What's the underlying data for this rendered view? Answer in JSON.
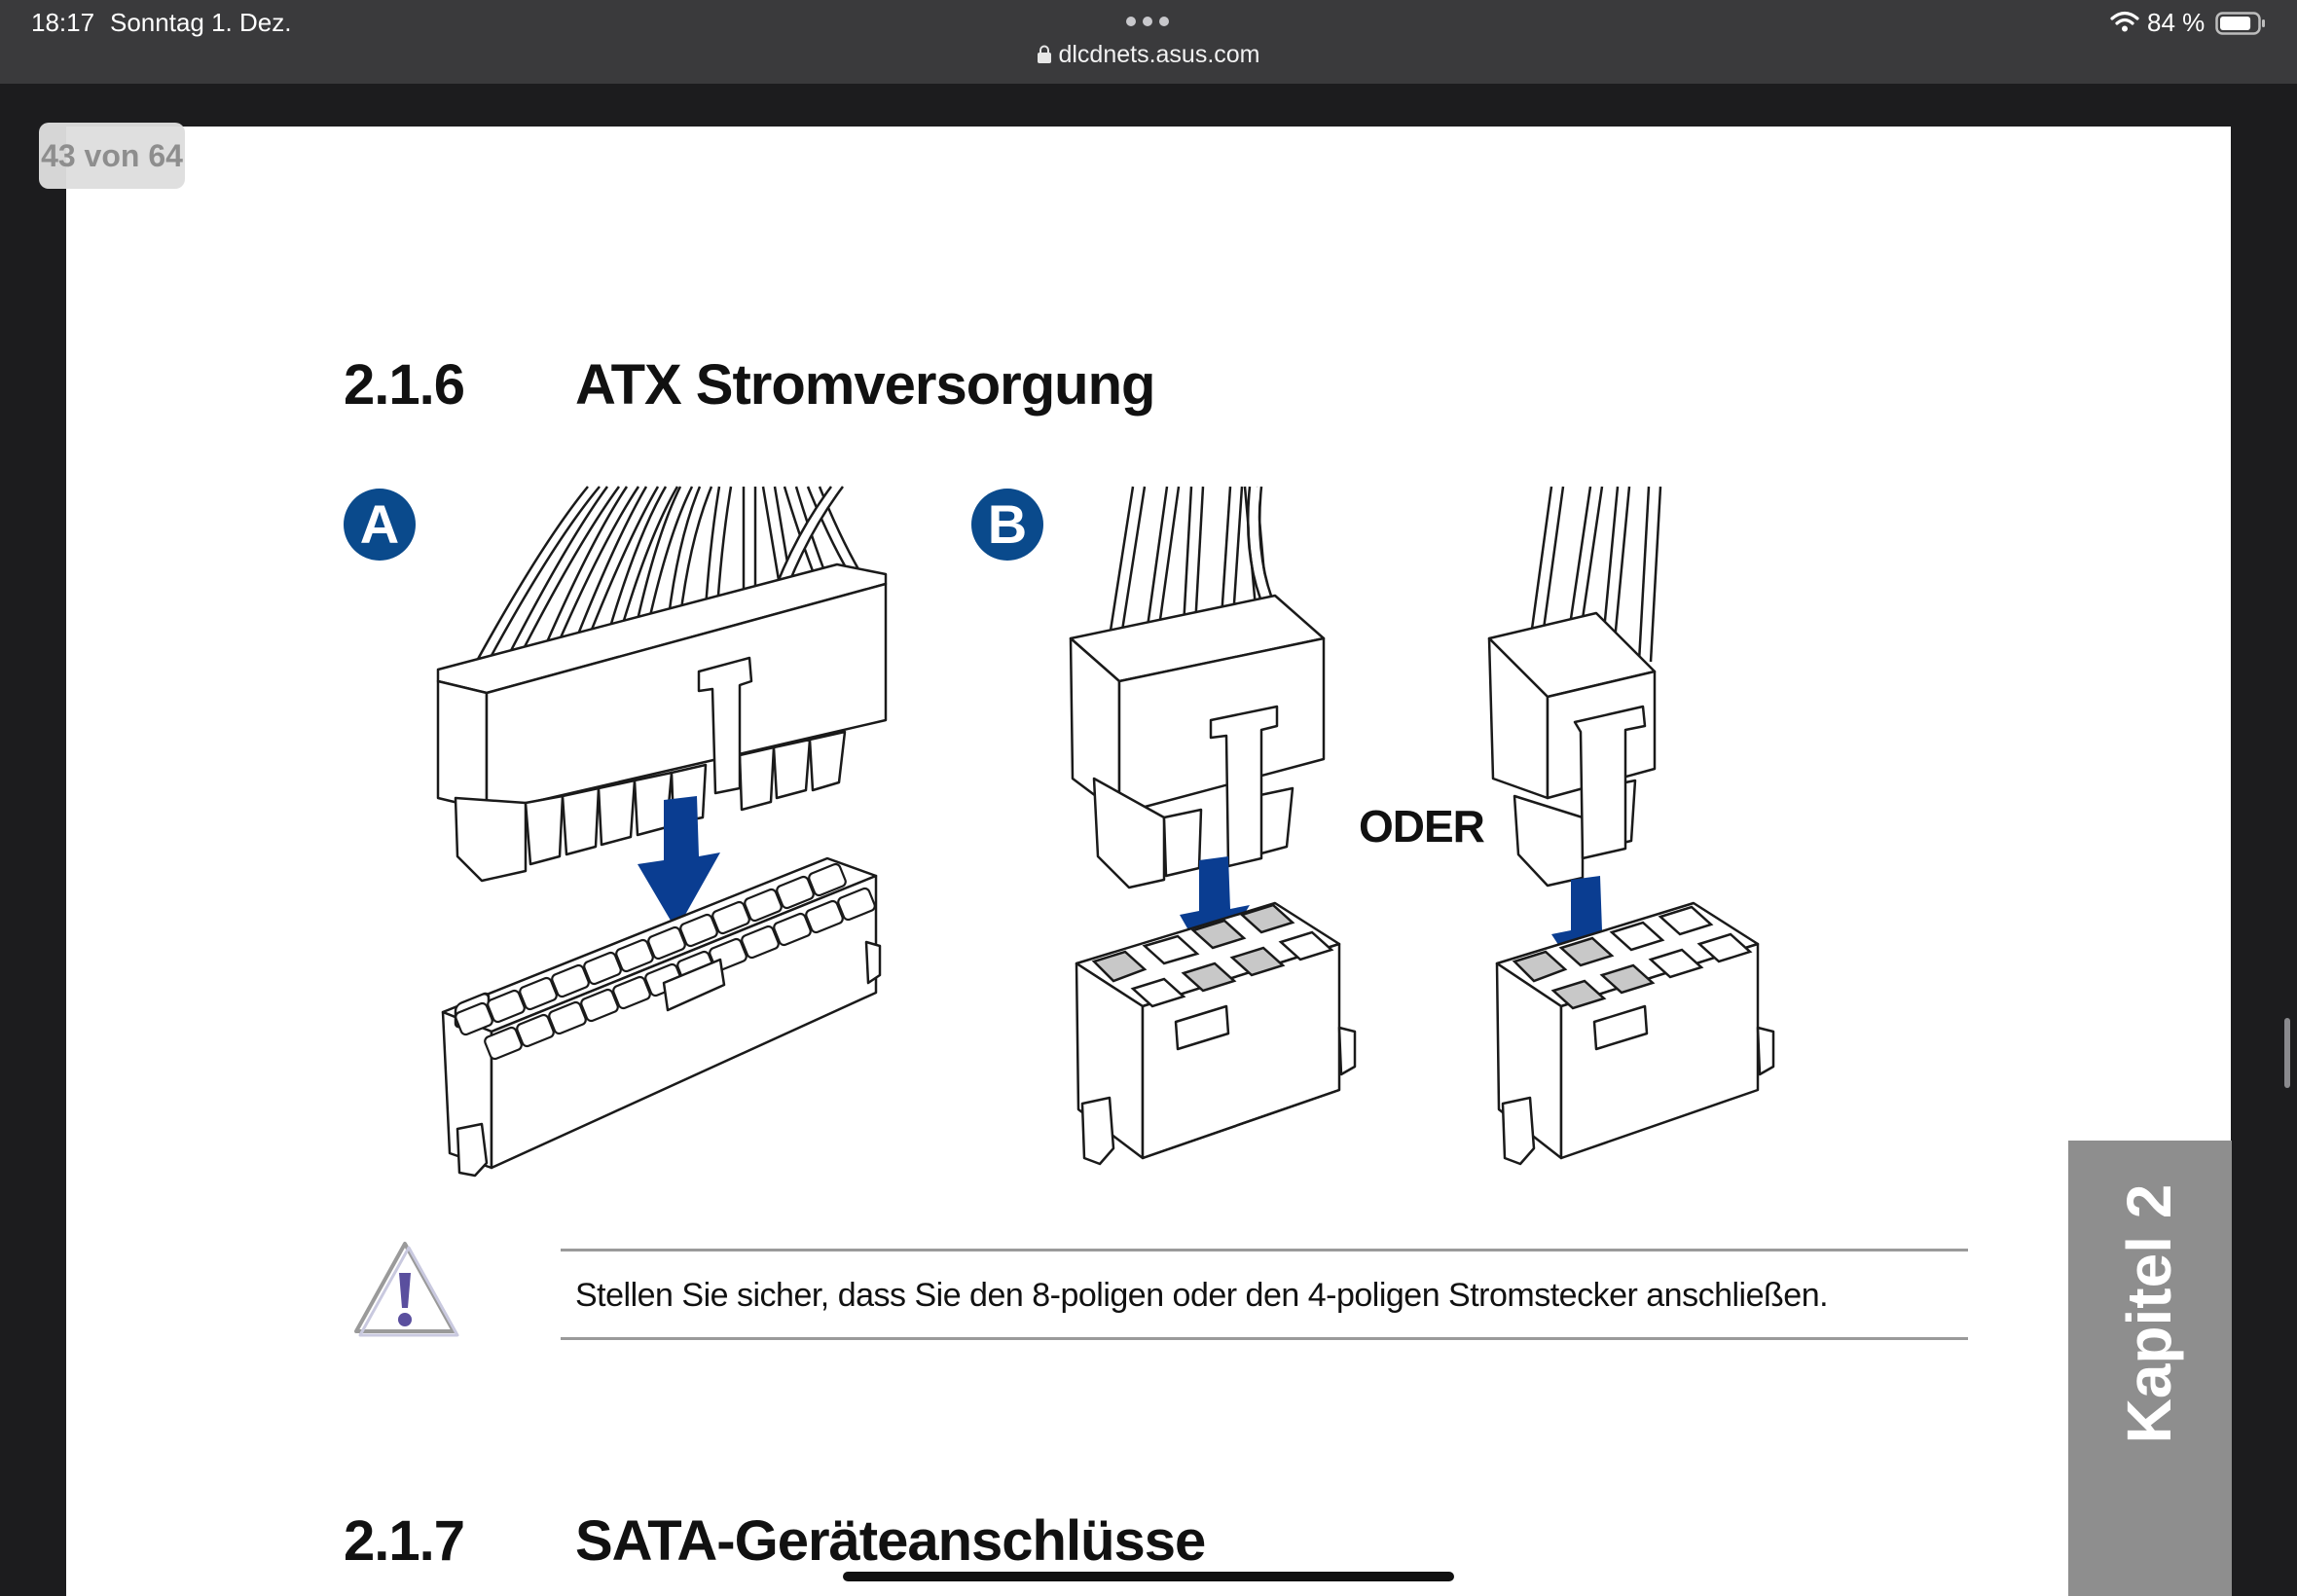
{
  "status_bar": {
    "time": "18:17",
    "date": "Sonntag 1. Dez.",
    "url": "dlcdnets.asus.com",
    "battery_percent": "84 %",
    "battery_level": 0.84
  },
  "viewer": {
    "page_counter": "43 von 64"
  },
  "document": {
    "section1": {
      "number": "2.1.6",
      "title": "ATX Stromversorgung"
    },
    "badge_a": "A",
    "badge_b": "B",
    "oder_label": "ODER",
    "note_text": "Stellen Sie sicher, dass Sie den 8-poligen oder den 4-poligen Stromstecker anschließen.",
    "section2": {
      "number": "2.1.7",
      "title": "SATA-Geräteanschlüsse"
    },
    "chapter_tab": "Kapitel 2"
  },
  "colors": {
    "badge_blue": "#0a4a8c",
    "arrow_blue": "#0a3d91",
    "chapter_tab_gray": "#8e8e8e",
    "status_bar": "#3a3a3c"
  },
  "icons": [
    "lock-icon",
    "wifi-icon",
    "battery-icon",
    "warning-icon"
  ]
}
